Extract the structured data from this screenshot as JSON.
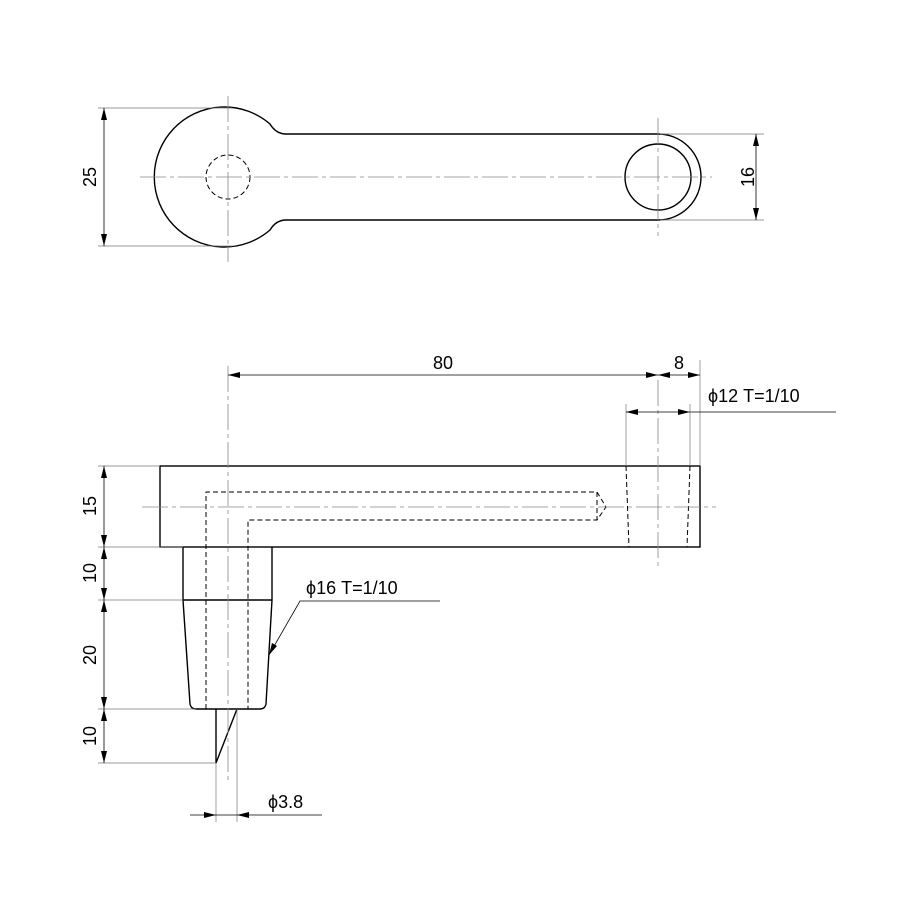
{
  "top_view": {
    "dim_overall_height": "25",
    "dim_end_height": "16"
  },
  "front_view": {
    "dim_arm_length": "80",
    "dim_end_length": "8",
    "dim_arm_thickness": "15",
    "dim_neck_length": "10",
    "dim_shank_length": "20",
    "dim_pin_length": "10",
    "callout_hole": "ϕ12 T=1/10",
    "callout_shank": "ϕ16 T=1/10",
    "callout_pin": "ϕ3.8"
  }
}
